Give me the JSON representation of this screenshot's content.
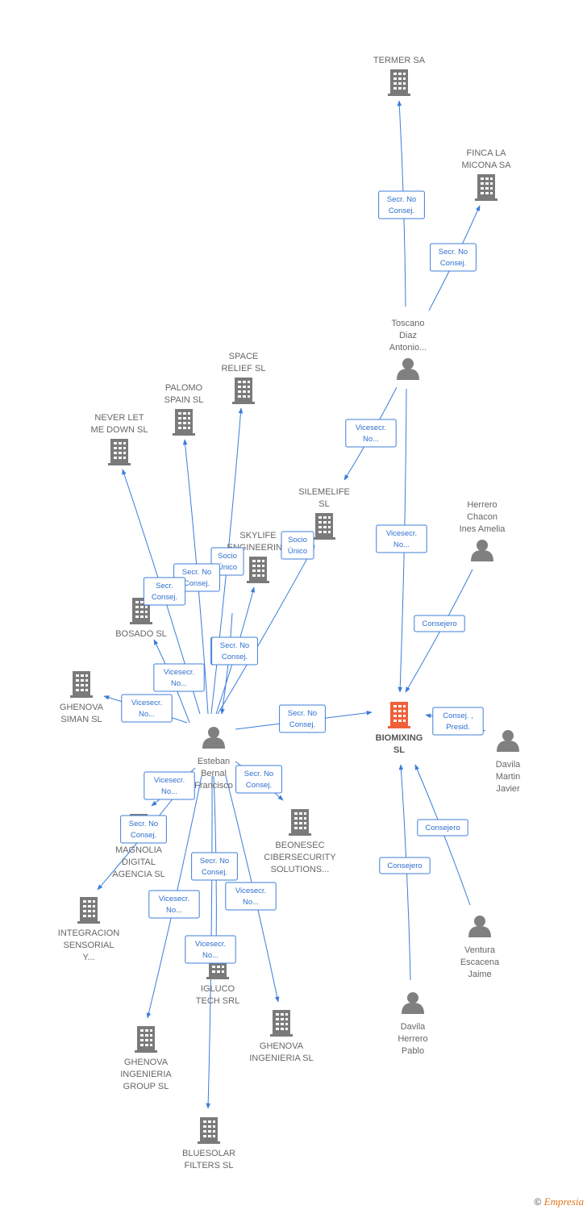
{
  "colors": {
    "company": "#7a7a7a",
    "focus": "#f0603a",
    "person": "#808080",
    "edge": "#3a7dd9",
    "label": "#2f6fce"
  },
  "nodes": [
    {
      "id": "termer",
      "type": "company",
      "label": [
        "TERMER SA"
      ]
    },
    {
      "id": "finca",
      "type": "company",
      "label": [
        "FINCA LA",
        "MICONA SA"
      ]
    },
    {
      "id": "toscano",
      "type": "person",
      "label": [
        "Toscano",
        "Diaz",
        "Antonio..."
      ]
    },
    {
      "id": "space",
      "type": "company",
      "label": [
        "SPACE",
        "RELIEF SL"
      ]
    },
    {
      "id": "palomo",
      "type": "company",
      "label": [
        "PALOMO",
        "SPAIN SL"
      ]
    },
    {
      "id": "neverlet",
      "type": "company",
      "label": [
        "NEVER LET",
        "ME DOWN SL"
      ]
    },
    {
      "id": "silemelife",
      "type": "company",
      "label": [
        "SILEMELIFE",
        "SL"
      ]
    },
    {
      "id": "skylife",
      "type": "company",
      "label": [
        "SKYLIFE",
        "ENGINEERING"
      ]
    },
    {
      "id": "herrero",
      "type": "person",
      "label": [
        "Herrero",
        "Chacon",
        "Ines Amelia"
      ]
    },
    {
      "id": "bosado",
      "type": "company",
      "label": [
        "BOSADO SL"
      ]
    },
    {
      "id": "ghenova_siman",
      "type": "company",
      "label": [
        "GHENOVA",
        "SIMAN SL"
      ]
    },
    {
      "id": "esteban",
      "type": "person",
      "label": [
        "Esteban",
        "Bernal",
        "Francisco"
      ]
    },
    {
      "id": "biomixing",
      "type": "focus",
      "label": [
        "BIOMIXING",
        "SL"
      ]
    },
    {
      "id": "davila_martin",
      "type": "person",
      "label": [
        "Davila",
        "Martin",
        "Javier"
      ]
    },
    {
      "id": "beonesec",
      "type": "company",
      "label": [
        "BEONESEC",
        "CIBERSECURITY",
        "SOLUTIONS..."
      ]
    },
    {
      "id": "magnolia",
      "type": "company",
      "label": [
        "MAGNOLIA",
        "DIGITAL",
        "AGENCIA SL"
      ]
    },
    {
      "id": "integracion",
      "type": "company",
      "label": [
        "INTEGRACION",
        "SENSORIAL",
        "Y..."
      ]
    },
    {
      "id": "igluco",
      "type": "company",
      "label": [
        "IGLUCO",
        "TECH SRL"
      ]
    },
    {
      "id": "ventura",
      "type": "person",
      "label": [
        "Ventura",
        "Escacena",
        "Jaime"
      ]
    },
    {
      "id": "davila_herrero",
      "type": "person",
      "label": [
        "Davila",
        "Herrero",
        "Pablo"
      ]
    },
    {
      "id": "ghenova_ing",
      "type": "company",
      "label": [
        "GHENOVA",
        "INGENIERIA SL"
      ]
    },
    {
      "id": "ghenova_group",
      "type": "company",
      "label": [
        "GHENOVA",
        "INGENIERIA",
        "GROUP SL"
      ]
    },
    {
      "id": "bluesolar",
      "type": "company",
      "label": [
        "BLUESOLAR",
        "FILTERS SL"
      ]
    }
  ],
  "edges": [
    {
      "from": "toscano",
      "to": "termer",
      "label": [
        "Secr. No",
        "Consej."
      ]
    },
    {
      "from": "toscano",
      "to": "finca",
      "label": [
        "Secr. No",
        "Consej."
      ]
    },
    {
      "from": "toscano",
      "to": "silemelife",
      "label": [
        "Vicesecr.",
        "No..."
      ]
    },
    {
      "from": "toscano",
      "to": "biomixing",
      "label": [
        "Vicesecr.",
        "No..."
      ]
    },
    {
      "from": "herrero",
      "to": "biomixing",
      "label": [
        "Consejero"
      ]
    },
    {
      "from": "davila_martin",
      "to": "biomixing",
      "label": [
        "Consej. ,",
        "Presid."
      ]
    },
    {
      "from": "ventura",
      "to": "biomixing",
      "label": [
        "Consejero"
      ]
    },
    {
      "from": "davila_herrero",
      "to": "biomixing",
      "label": [
        "Consejero"
      ]
    },
    {
      "from": "esteban",
      "to": "biomixing",
      "label": [
        "Secr. No",
        "Consej."
      ]
    },
    {
      "from": "esteban",
      "to": "space",
      "label": [
        "Socio",
        "Único"
      ]
    },
    {
      "from": "esteban",
      "to": "palomo",
      "label": [
        "Secr. No",
        "Consej."
      ]
    },
    {
      "from": "esteban",
      "to": "neverlet",
      "label": [
        "Secr.",
        "Consej."
      ]
    },
    {
      "from": "esteban",
      "to": "silemelife",
      "label": [
        "Socio",
        "Único"
      ]
    },
    {
      "from": "esteban",
      "to": "skylife",
      "label": [
        "Secr. No",
        "Consej."
      ]
    },
    {
      "from": "esteban",
      "to": "bosado",
      "label": [
        "Vicesecr.",
        "No..."
      ]
    },
    {
      "from": "esteban",
      "to": "ghenova_siman",
      "label": [
        "Vicesecr.",
        "No..."
      ]
    },
    {
      "from": "esteban",
      "to": "beonesec",
      "label": [
        "Secr. No",
        "Consej."
      ]
    },
    {
      "from": "esteban",
      "to": "magnolia",
      "label": [
        "Vicesecr.",
        "No..."
      ]
    },
    {
      "from": "esteban",
      "to": "integracion",
      "label": [
        "Secr. No",
        "Consej."
      ]
    },
    {
      "from": "esteban",
      "to": "igluco",
      "label": [
        "Secr. No",
        "Consej."
      ]
    },
    {
      "from": "esteban",
      "to": "ghenova_ing",
      "label": [
        "Vicesecr.",
        "No..."
      ]
    },
    {
      "from": "esteban",
      "to": "ghenova_group",
      "label": [
        "Vicesecr.",
        "No..."
      ]
    },
    {
      "from": "esteban",
      "to": "bluesolar",
      "label": [
        "Vicesecr.",
        "No..."
      ]
    },
    {
      "from": "esteban",
      "to": "magnolia",
      "label": [
        "Secr. No",
        "Consej."
      ]
    }
  ],
  "footer": {
    "copyright": "©",
    "brand": "Empresia"
  }
}
